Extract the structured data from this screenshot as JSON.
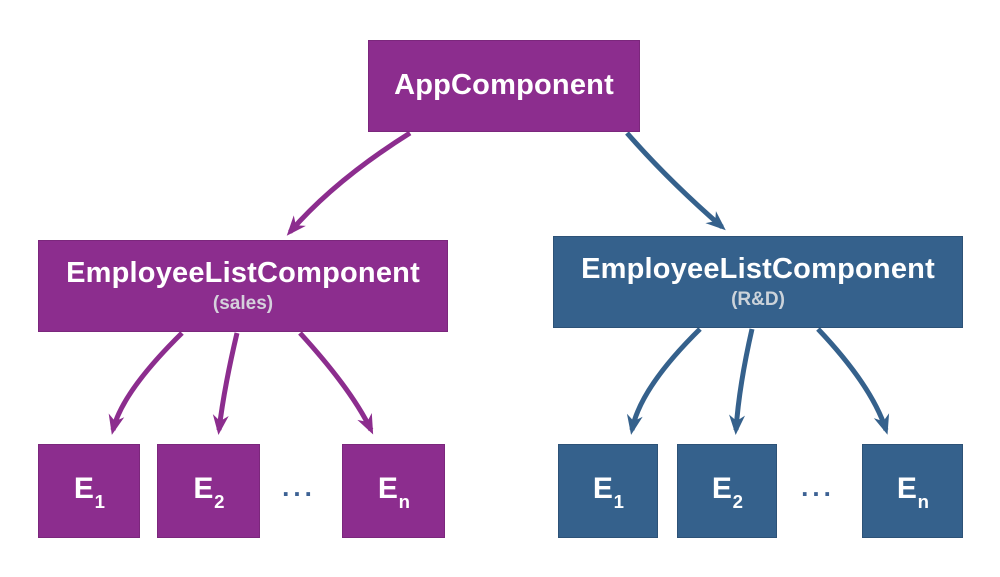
{
  "root": {
    "label": "AppComponent"
  },
  "branches": [
    {
      "title": "EmployeeListComponent",
      "subtitle": "(sales)",
      "ellipsis": "...",
      "employees": [
        {
          "base": "E",
          "sub": "1"
        },
        {
          "base": "E",
          "sub": "2"
        },
        {
          "base": "E",
          "sub": "n"
        }
      ]
    },
    {
      "title": "EmployeeListComponent",
      "subtitle": "(R&D)",
      "ellipsis": "...",
      "employees": [
        {
          "base": "E",
          "sub": "1"
        },
        {
          "base": "E",
          "sub": "2"
        },
        {
          "base": "E",
          "sub": "n"
        }
      ]
    }
  ],
  "colors": {
    "purple": "#8c2d8e",
    "blue": "#35618c",
    "subtitle_on_purple": "#d5d1dc",
    "subtitle_on_blue": "#ccd3da",
    "ellipsis_dots": "#3d6294",
    "background": "#ffffff",
    "node_text": "#ffffff"
  }
}
